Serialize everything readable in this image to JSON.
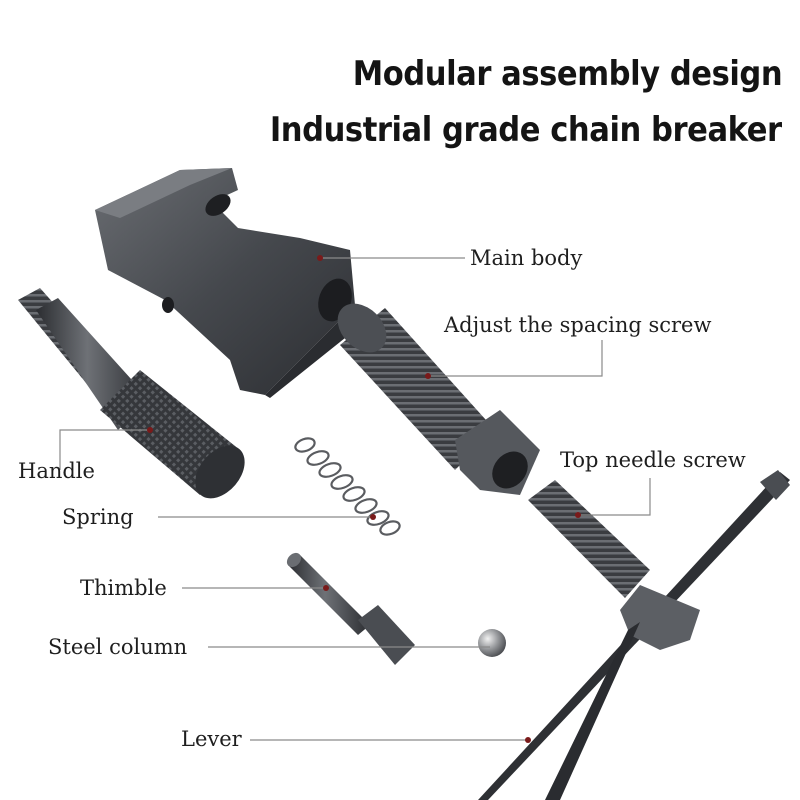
{
  "title": {
    "line1": "Modular assembly design",
    "line2": "Industrial grade chain breaker"
  },
  "labels": {
    "main_body": "Main body",
    "adjust_screw": "Adjust the spacing screw",
    "handle": "Handle",
    "top_needle_screw": "Top needle screw",
    "spring": "Spring",
    "thimble": "Thimble",
    "steel_column": "Steel column",
    "lever": "Lever"
  },
  "colors": {
    "metal_dark": "#3a3c40",
    "metal_mid": "#55585d",
    "leader_line": "#8a8a8a",
    "marker_dot": "#7a1a1a"
  }
}
